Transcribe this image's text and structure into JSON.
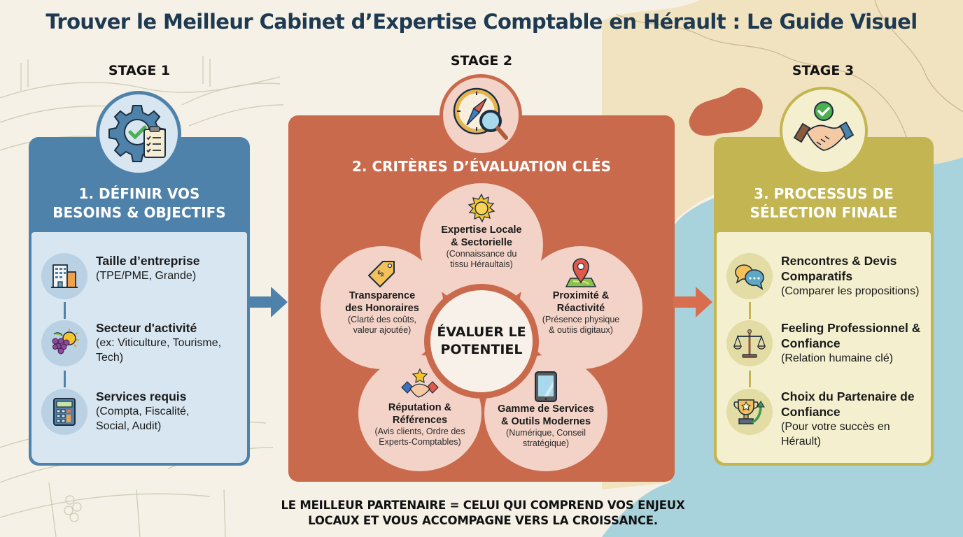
{
  "title": "Trouver le Meilleur Cabinet d’Expertise Comptable en Hérault : Le Guide Visuel",
  "colors": {
    "background": "#f6f1e6",
    "title": "#1d3a52",
    "stage1": "#4f82ab",
    "stage1_inner": "#d7e6f1",
    "stage2": "#c96a4d",
    "stage2_petal": "#f3d3c7",
    "stage3": "#c2b552",
    "stage3_inner": "#f4f0cf",
    "sea": "#a9d3dc",
    "land": "#f1e1b9",
    "herault": "#c96a4d"
  },
  "stages": [
    {
      "label": "STAGE 1",
      "icon": "gear-checklist-icon",
      "title_line1": "1. DÉFINIR VOS",
      "title_line2": "BESOINS & OBJECTIFS",
      "items": [
        {
          "icon": "building-icon",
          "title": "Taille d’entreprise",
          "desc": "(TPE/PME, Grande)"
        },
        {
          "icon": "grapes-sun-icon",
          "title": "Secteur d'activité",
          "desc": "(ex: Viticulture, Tourisme, Tech)"
        },
        {
          "icon": "calculator-icon",
          "title": "Services requis",
          "desc": "(Compta, Fiscalité, Social, Audit)"
        }
      ]
    },
    {
      "label": "STAGE 2",
      "icon": "compass-magnifier-icon",
      "title": "2. CRITÈRES D’ÉVALUATION CLÉS",
      "center_line1": "ÉVALUER LE",
      "center_line2": "POTENTIEL",
      "criteria": [
        {
          "icon": "sun-icon",
          "title_line1": "Expertise Locale",
          "title_line2": "& Sectorielle",
          "desc_line1": "(Connaissance du",
          "desc_line2": "tissu Héraultais)"
        },
        {
          "icon": "map-pin-icon",
          "title_line1": "Proximité &",
          "title_line2": "Réactivité",
          "desc_line1": "(Présence physique",
          "desc_line2": "& outiis digitaux)"
        },
        {
          "icon": "tablet-icon",
          "title_line1": "Gamme de Services",
          "title_line2": "& Outils Modernes",
          "desc_line1": "(Numérique, Conseil",
          "desc_line2": "stratégique)"
        },
        {
          "icon": "handshake-star-icon",
          "title_line1": "Réputation &",
          "title_line2": "Références",
          "desc_line1": "(Avis clients, Ordre des",
          "desc_line2": "Experts-Comptables)"
        },
        {
          "icon": "price-tag-icon",
          "title_line1": "Transparence",
          "title_line2": "des Honoraires",
          "desc_line1": "(Clarté des coûts,",
          "desc_line2": "valeur ajoutée)"
        }
      ]
    },
    {
      "label": "STAGE 3",
      "icon": "handshake-check-icon",
      "title_line1": "3. PROCESSUS DE",
      "title_line2": "SÉLECTION FINALE",
      "items": [
        {
          "icon": "chat-bubbles-icon",
          "title": "Rencontres & Devis Comparatifs",
          "desc": "(Comparer les propositions)"
        },
        {
          "icon": "scales-icon",
          "title": "Feeling Professionnel & Confiance",
          "desc": "(Relation humaine clé)"
        },
        {
          "icon": "trophy-growth-icon",
          "title": "Choix du Partenaire de Confiance",
          "desc": "(Pour votre succès en Hérault)"
        }
      ]
    }
  ],
  "footer": {
    "line1": "LE MEILLEUR PARTENAIRE = CELUI QUI COMPREND VOS ENJEUX",
    "line2": "LOCAUX ET VOUS ACCOMPAGNE VERS LA CROISSANCE."
  }
}
